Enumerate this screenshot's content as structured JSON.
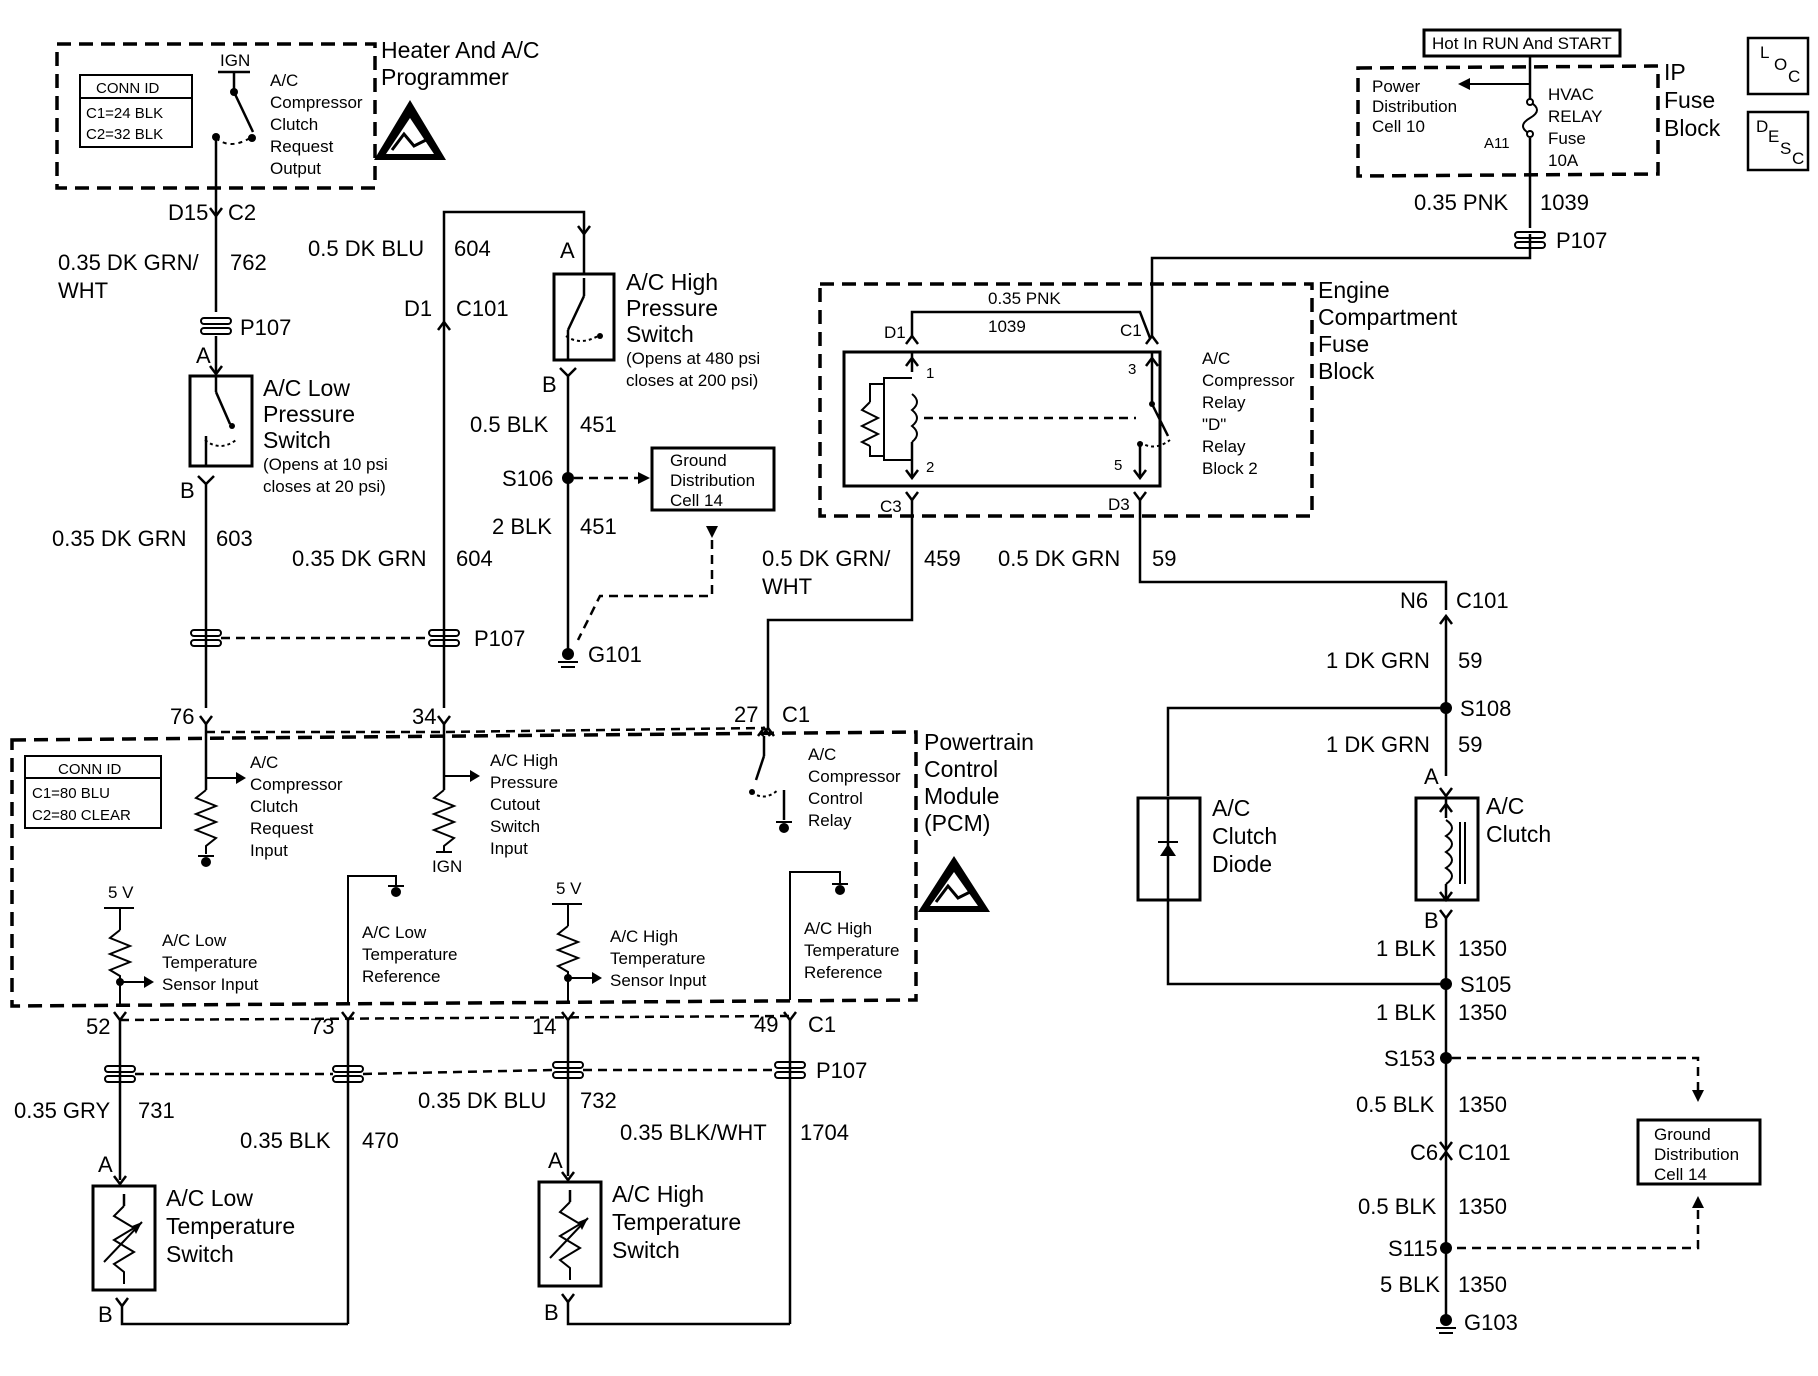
{
  "diagram": {
    "heater_module": {
      "title_l1": "Heater And A/C",
      "title_l2": "Programmer",
      "ign": "IGN",
      "output_l1": "A/C",
      "output_l2": "Compressor",
      "output_l3": "Clutch",
      "output_l4": "Request",
      "output_l5": "Output",
      "conn_title": "CONN ID",
      "conn_c1": "C1=24 BLK",
      "conn_c2": "C2=32 BLK"
    },
    "hot_label": "Hot In RUN And START",
    "ip_fuse": {
      "title_l1": "IP",
      "title_l2": "Fuse",
      "title_l3": "Block",
      "pdc_l1": "Power",
      "pdc_l2": "Distribution",
      "pdc_l3": "Cell 10",
      "fuse_l1": "HVAC",
      "fuse_l2": "RELAY",
      "fuse_l3": "Fuse",
      "fuse_l4": "10A",
      "pin": "A11"
    },
    "loc_label": {
      "a": "L",
      "b": "O",
      "c": "C"
    },
    "desc_label": {
      "a": "D",
      "b": "E",
      "c": "S",
      "d": "C"
    },
    "wire_762": {
      "gauge": "0.35 DK GRN/",
      "gauge2": "WHT",
      "circuit": "762",
      "pin1": "D15",
      "pin2": "C2"
    },
    "wire_604a": {
      "gauge": "0.5 DK BLU",
      "circuit": "604",
      "pin1": "D1",
      "pin2": "C101"
    },
    "wire_604b": {
      "gauge": "0.35 DK GRN",
      "circuit": "604"
    },
    "wire_603": {
      "gauge": "0.35 DK GRN",
      "circuit": "603"
    },
    "wire_451a": {
      "gauge": "0.5 BLK",
      "circuit": "451"
    },
    "wire_451b": {
      "gauge": "2 BLK",
      "circuit": "451"
    },
    "wire_1039a": {
      "gauge": "0.35 PNK",
      "circuit": "1039"
    },
    "wire_1039b": {
      "gauge": "0.35 PNK",
      "circuit": "1039"
    },
    "wire_459": {
      "gauge": "0.5 DK GRN/",
      "gauge2": "WHT",
      "circuit": "459"
    },
    "wire_59a": {
      "gauge": "0.5 DK GRN",
      "circuit": "59"
    },
    "wire_59b": {
      "gauge": "1 DK GRN",
      "circuit": "59",
      "pin1": "N6",
      "pin2": "C101"
    },
    "wire_59c": {
      "gauge": "1 DK GRN",
      "circuit": "59"
    },
    "wire_1350a": {
      "gauge": "1 BLK",
      "circuit": "1350"
    },
    "wire_1350b": {
      "gauge": "1 BLK",
      "circuit": "1350"
    },
    "wire_1350c": {
      "gauge": "0.5 BLK",
      "circuit": "1350",
      "pin1": "C6",
      "pin2": "C101"
    },
    "wire_1350d": {
      "gauge": "0.5 BLK",
      "circuit": "1350"
    },
    "wire_1350e": {
      "gauge": "5 BLK",
      "circuit": "1350"
    },
    "wire_731": {
      "gauge": "0.35 GRY",
      "circuit": "731"
    },
    "wire_470": {
      "gauge": "0.35 BLK",
      "circuit": "470"
    },
    "wire_732": {
      "gauge": "0.35 DK BLU",
      "circuit": "732"
    },
    "wire_1704": {
      "gauge": "0.35 BLK/WHT",
      "circuit": "1704"
    },
    "p107": "P107",
    "low_press": {
      "l1": "A/C Low",
      "l2": "Pressure",
      "l3": "Switch",
      "n1": "(Opens at 10 psi",
      "n2": "closes at 20 psi)",
      "pinA": "A",
      "pinB": "B"
    },
    "high_press": {
      "l1": "A/C High",
      "l2": "Pressure",
      "l3": "Switch",
      "n1": "(Opens at 480 psi",
      "n2": "closes at 200 psi)",
      "pinA": "A",
      "pinB": "B"
    },
    "s106": "S106",
    "g101": "G101",
    "s108": "S108",
    "s105": "S105",
    "s153": "S153",
    "s115": "S115",
    "g103": "G103",
    "gnd_dist1": {
      "l1": "Ground",
      "l2": "Distribution",
      "l3": "Cell 14"
    },
    "gnd_dist2": {
      "l1": "Ground",
      "l2": "Distribution",
      "l3": "Cell 14"
    },
    "engine_fuse": {
      "title_l1": "Engine",
      "title_l2": "Compartment",
      "title_l3": "Fuse",
      "title_l4": "Block",
      "relay_l1": "A/C",
      "relay_l2": "Compressor",
      "relay_l3": "Relay",
      "relay_l4": "\"D\"",
      "relay_l5": "Relay",
      "relay_l6": "Block 2",
      "d1": "D1",
      "c1": "C1",
      "c3": "C3",
      "d3": "D3",
      "p1": "1",
      "p2": "2",
      "p3": "3",
      "p5": "5"
    },
    "pcm": {
      "title_l1": "Powertrain",
      "title_l2": "Control",
      "title_l3": "Module",
      "title_l4": "(PCM)",
      "conn_title": "CONN ID",
      "conn_c1": "C1=80 BLU",
      "conn_c2": "C2=80 CLEAR",
      "in1_l1": "A/C",
      "in1_l2": "Compressor",
      "in1_l3": "Clutch",
      "in1_l4": "Request",
      "in1_l5": "Input",
      "in2_l1": "A/C High",
      "in2_l2": "Pressure",
      "in2_l3": "Cutout",
      "in2_l4": "Switch",
      "in2_l5": "Input",
      "ign": "IGN",
      "relay_l1": "A/C",
      "relay_l2": "Compressor",
      "relay_l3": "Control",
      "relay_l4": "Relay",
      "v5a": "5 V",
      "v5b": "5 V",
      "lt_l1": "A/C Low",
      "lt_l2": "Temperature",
      "lt_l3": "Sensor Input",
      "ltr_l1": "A/C Low",
      "ltr_l2": "Temperature",
      "ltr_l3": "Reference",
      "ht_l1": "A/C High",
      "ht_l2": "Temperature",
      "ht_l3": "Sensor Input",
      "htr_l1": "A/C High",
      "htr_l2": "Temperature",
      "htr_l3": "Reference",
      "pin76": "76",
      "pin34": "34",
      "pin27": "27",
      "c1a": "C1",
      "pin52": "52",
      "pin73": "73",
      "pin14": "14",
      "pin49": "49",
      "c1b": "C1"
    },
    "low_temp": {
      "l1": "A/C Low",
      "l2": "Temperature",
      "l3": "Switch",
      "pinA": "A",
      "pinB": "B"
    },
    "high_temp": {
      "l1": "A/C High",
      "l2": "Temperature",
      "l3": "Switch",
      "pinA": "A",
      "pinB": "B"
    },
    "clutch_diode": {
      "l1": "A/C",
      "l2": "Clutch",
      "l3": "Diode"
    },
    "clutch": {
      "l1": "A/C",
      "l2": "Clutch",
      "pinA": "A",
      "pinB": "B"
    }
  }
}
